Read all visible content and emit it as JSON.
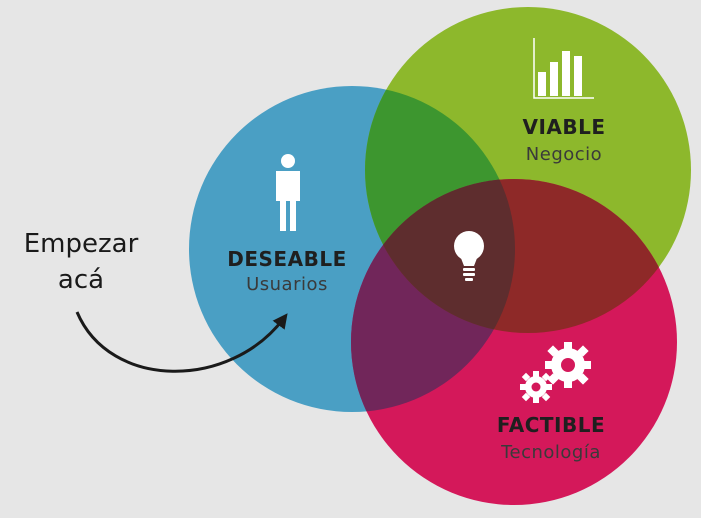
{
  "start_label": {
    "line1": "Empezar",
    "line2": "acá"
  },
  "circles": {
    "deseable": {
      "title": "DESEABLE",
      "subtitle": "Usuarios",
      "color": "#4a9fc4",
      "icon": "person-icon"
    },
    "viable": {
      "title": "VIABLE",
      "subtitle": "Negocio",
      "color": "#8db82c",
      "icon": "bar-chart-icon"
    },
    "factible": {
      "title": "FACTIBLE",
      "subtitle": "Tecnología",
      "color": "#d4185a",
      "icon": "gears-icon"
    }
  },
  "overlaps": {
    "deseable_viable": "#3d962f",
    "deseable_factible": "#71265a",
    "viable_factible": "#8e2928",
    "center": "#5e2d2e",
    "center_icon": "lightbulb-icon"
  },
  "background": "#e6e6e6"
}
